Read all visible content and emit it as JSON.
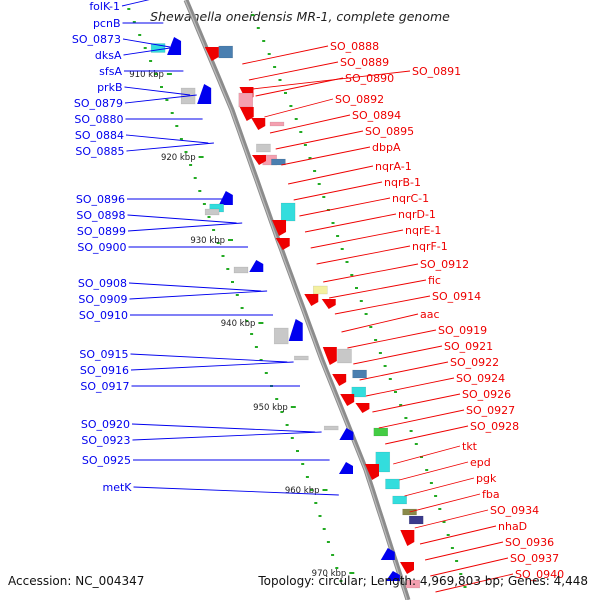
{
  "title": "Shewanella oneidensis MR-1, complete genome",
  "accession_line": "Accession: NC_004347",
  "topology_line": "Topology: circular; Length: 4,969,803 bp; Genes: 4,448",
  "kbp_marks": [
    {
      "label": "910 kbp"
    },
    {
      "label": "920 kbp"
    },
    {
      "label": "930 kbp"
    },
    {
      "label": "940 kbp"
    },
    {
      "label": "950 kbp"
    },
    {
      "label": "960 kbp"
    },
    {
      "label": "970 kbp"
    }
  ],
  "left_labels": [
    {
      "text": "folK-1"
    },
    {
      "text": "pcnB"
    },
    {
      "text": "SO_0873"
    },
    {
      "text": "dksA"
    },
    {
      "text": "sfsA"
    },
    {
      "text": "prkB"
    },
    {
      "text": "SO_0879"
    },
    {
      "text": "SO_0880"
    },
    {
      "text": "SO_0884"
    },
    {
      "text": "SO_0885"
    },
    {
      "text": "SO_0896"
    },
    {
      "text": "SO_0898"
    },
    {
      "text": "SO_0899"
    },
    {
      "text": "SO_0900"
    },
    {
      "text": "SO_0908"
    },
    {
      "text": "SO_0909"
    },
    {
      "text": "SO_0910"
    },
    {
      "text": "SO_0915"
    },
    {
      "text": "SO_0916"
    },
    {
      "text": "SO_0917"
    },
    {
      "text": "SO_0920"
    },
    {
      "text": "SO_0923"
    },
    {
      "text": "SO_0925"
    },
    {
      "text": "metK"
    }
  ],
  "right_labels": [
    {
      "text": "SO_0888"
    },
    {
      "text": "SO_0889"
    },
    {
      "text": "SO_0890"
    },
    {
      "text": "SO_0891"
    },
    {
      "text": "SO_0892"
    },
    {
      "text": "SO_0894"
    },
    {
      "text": "SO_0895"
    },
    {
      "text": "dbpA"
    },
    {
      "text": "nqrA-1"
    },
    {
      "text": "nqrB-1"
    },
    {
      "text": "nqrC-1"
    },
    {
      "text": "nqrD-1"
    },
    {
      "text": "nqrE-1"
    },
    {
      "text": "nqrF-1"
    },
    {
      "text": "SO_0912"
    },
    {
      "text": "fic"
    },
    {
      "text": "SO_0914"
    },
    {
      "text": "aac"
    },
    {
      "text": "SO_0919"
    },
    {
      "text": "SO_0921"
    },
    {
      "text": "SO_0922"
    },
    {
      "text": "SO_0924"
    },
    {
      "text": "SO_0926"
    },
    {
      "text": "SO_0927"
    },
    {
      "text": "SO_0928"
    },
    {
      "text": "tkt"
    },
    {
      "text": "epd"
    },
    {
      "text": "pgk"
    },
    {
      "text": "fba"
    },
    {
      "text": "SO_0934"
    },
    {
      "text": "nhaD"
    },
    {
      "text": "SO_0936"
    },
    {
      "text": "SO_0937"
    },
    {
      "text": "SO_0940"
    }
  ],
  "colors": {
    "forward_strand": "#0000ee",
    "reverse_strand": "#ee0000",
    "backbone": "#8c8c8c",
    "gc_tick": "#22aa22",
    "cyan_feature": "#33dddd",
    "gray_feature": "#c8c8c8",
    "steel_feature": "#4a7fb0",
    "pink_feature": "#f4a0b0"
  }
}
